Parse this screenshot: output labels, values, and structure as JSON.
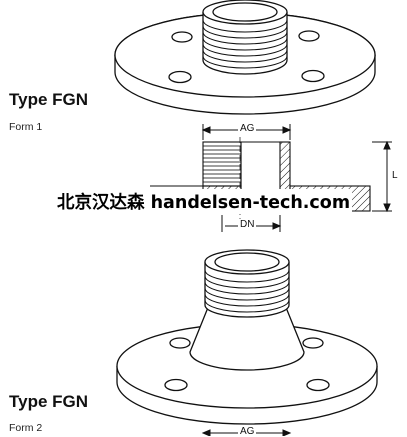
{
  "section1": {
    "title": "Type FGN",
    "form": "Form 1"
  },
  "section2": {
    "title": "Type FGN",
    "form": "Form 2"
  },
  "dimensions": {
    "ag_top": "AG",
    "l": "L",
    "dn": "DN",
    "ag_bottom": "AG"
  },
  "watermark": {
    "text": "北京汉达森 handelsen-tech.com"
  }
}
